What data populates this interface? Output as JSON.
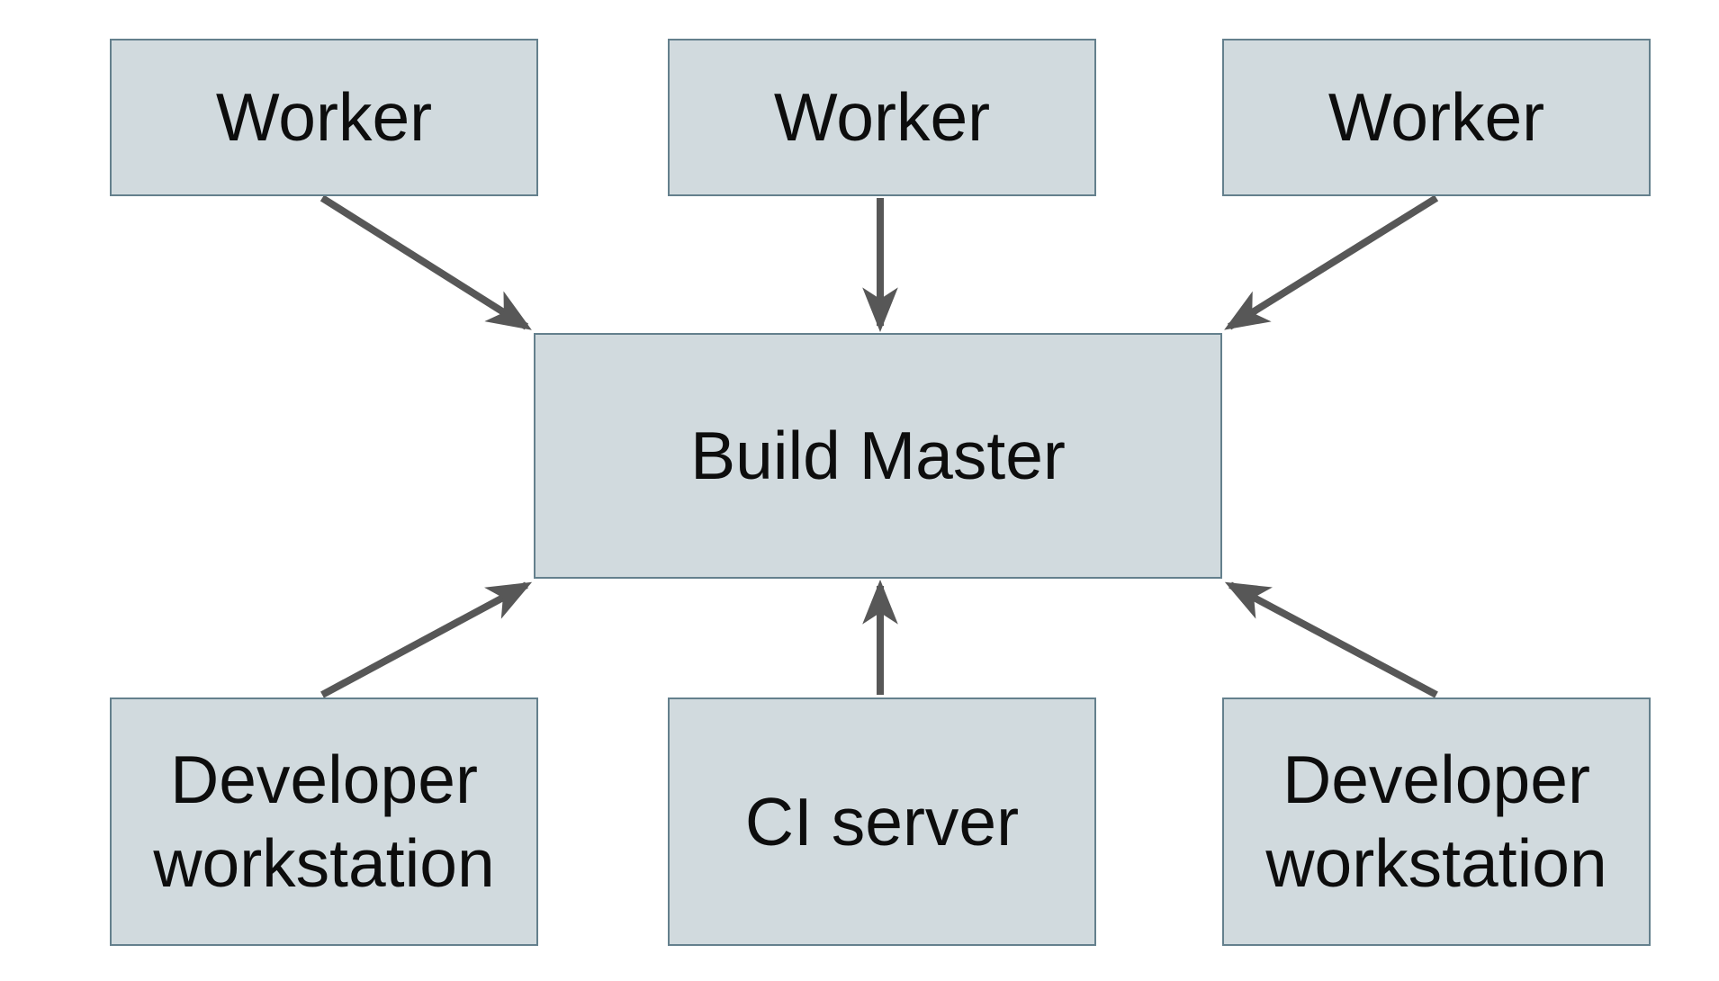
{
  "diagram": {
    "type": "architecture-diagram",
    "colors": {
      "background": "#ffffff",
      "node_fill": "#d1dade",
      "node_border": "#64808d",
      "arrow": "#575757",
      "text": "#0d0d0d"
    },
    "nodes": [
      {
        "id": "worker-1",
        "label": "Worker"
      },
      {
        "id": "worker-2",
        "label": "Worker"
      },
      {
        "id": "worker-3",
        "label": "Worker"
      },
      {
        "id": "build-master",
        "label": "Build Master"
      },
      {
        "id": "dev-workstation-1",
        "label": "Developer workstation"
      },
      {
        "id": "ci-server",
        "label": "CI server"
      },
      {
        "id": "dev-workstation-2",
        "label": "Developer workstation"
      }
    ],
    "edges": [
      {
        "from": "worker-1",
        "to": "build-master"
      },
      {
        "from": "worker-2",
        "to": "build-master"
      },
      {
        "from": "worker-3",
        "to": "build-master"
      },
      {
        "from": "dev-workstation-1",
        "to": "build-master"
      },
      {
        "from": "ci-server",
        "to": "build-master"
      },
      {
        "from": "dev-workstation-2",
        "to": "build-master"
      }
    ]
  }
}
